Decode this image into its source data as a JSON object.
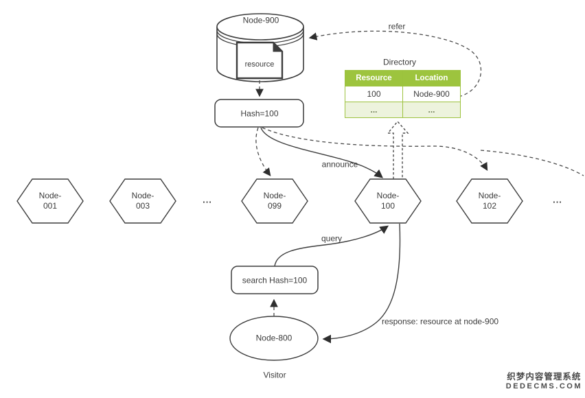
{
  "diagram": {
    "node900": {
      "title": "Node-900",
      "resource_label": "resource"
    },
    "hash_box": "Hash=100",
    "search_box": "search Hash=100",
    "directory": {
      "title": "Directory",
      "headers": [
        "Resource",
        "Location"
      ],
      "rows": [
        [
          "100",
          "Node-900"
        ],
        [
          "...",
          "..."
        ]
      ]
    },
    "hex_nodes": [
      {
        "line1": "Node-",
        "line2": "001"
      },
      {
        "line1": "Node-",
        "line2": "003"
      },
      {
        "line1": "Node-",
        "line2": "099"
      },
      {
        "line1": "Node-",
        "line2": "100"
      },
      {
        "line1": "Node-",
        "line2": "102"
      }
    ],
    "ellipsis": "...",
    "visitor_node": "Node-800",
    "visitor_caption": "Visitor",
    "edge_labels": {
      "refer": "refer",
      "announce": "announce",
      "query": "query",
      "response": "response: resource at node-900"
    }
  },
  "watermark": {
    "line1": "织梦内容管理系统",
    "line2": "DEDECMS.COM"
  },
  "colors": {
    "line": "#3c3c3c",
    "dash": "#4a4a4a",
    "table_green": "#9dc43e",
    "table_border_green": "#9cc23d",
    "table_light_green": "#edf3dd"
  }
}
